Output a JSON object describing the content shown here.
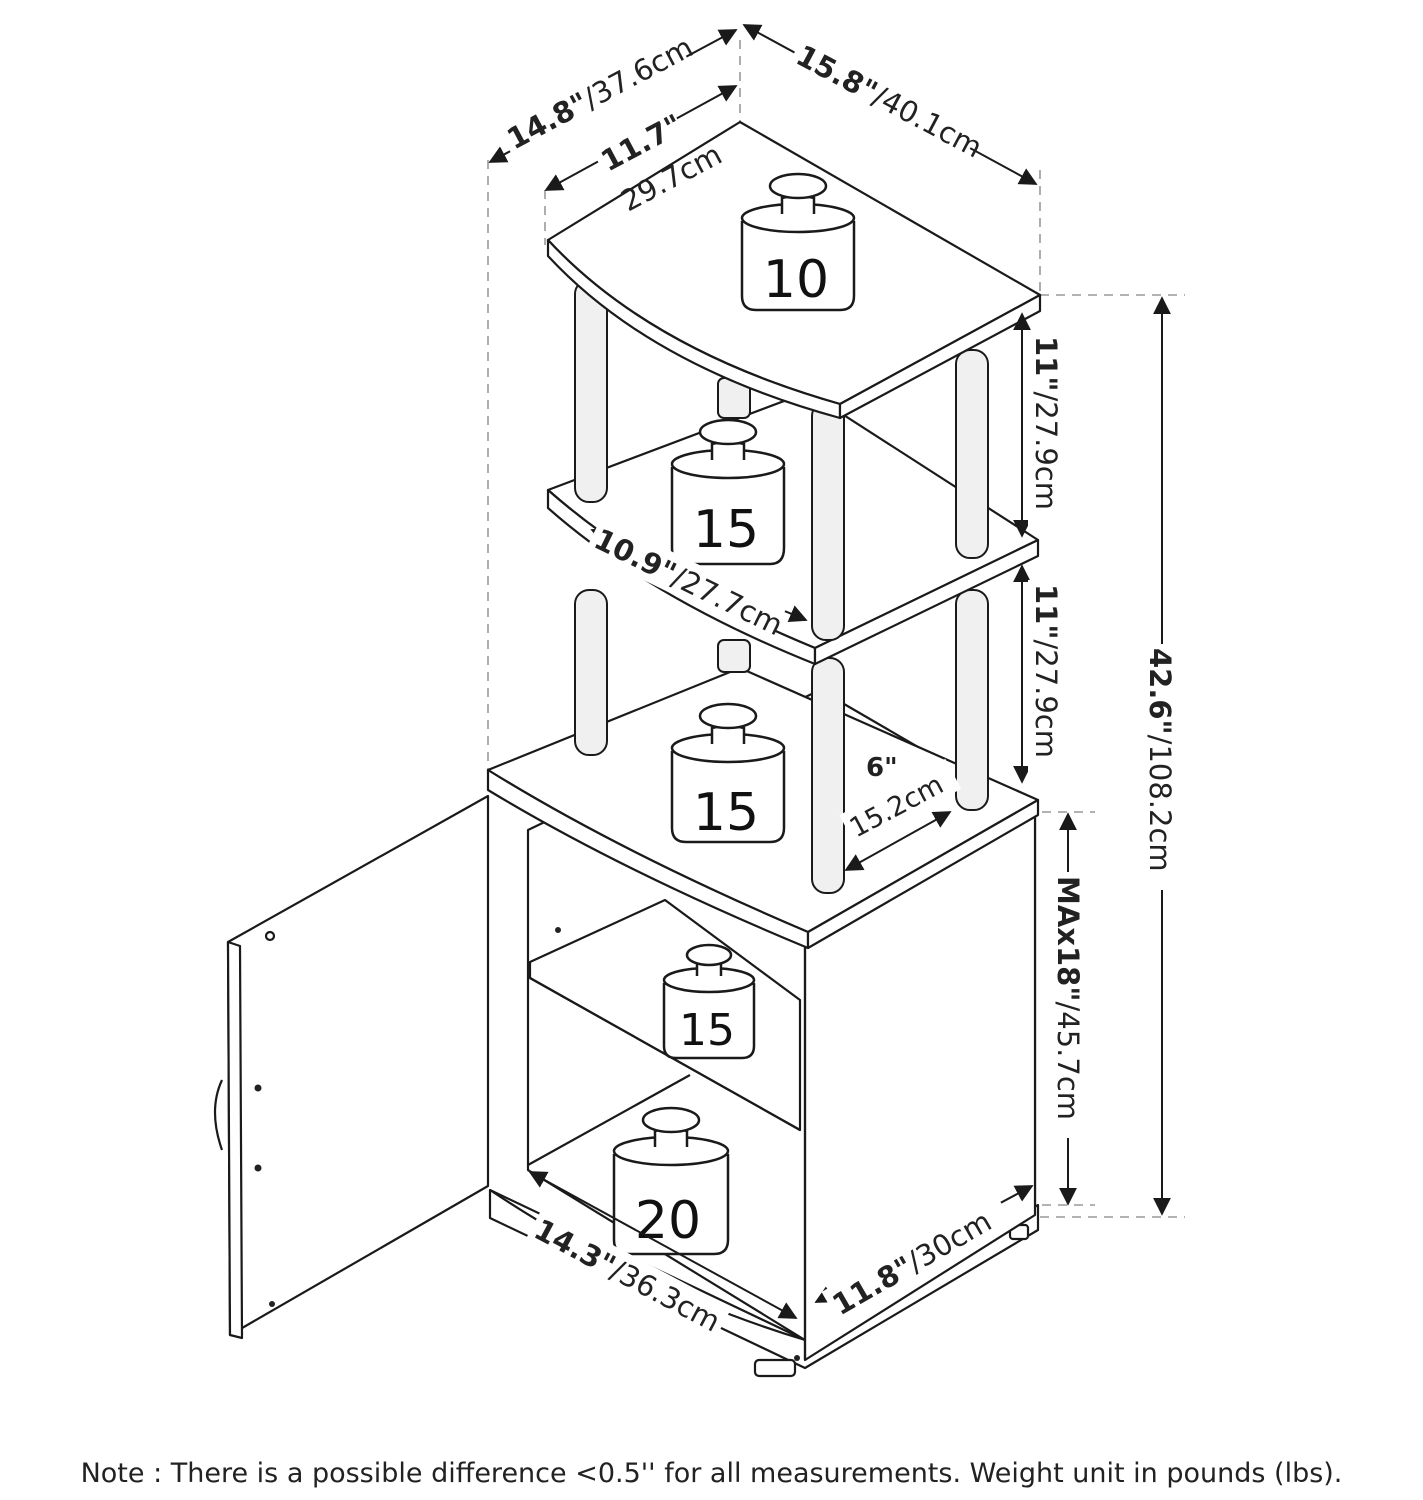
{
  "note": "Note : There is a possible difference <0.5'' for all measurements. Weight unit in pounds (lbs).",
  "weights": {
    "top_shelf": "10",
    "middle_shelf": "15",
    "cabinet_top": "15",
    "cabinet_shelf": "15",
    "cabinet_bottom": "20"
  },
  "dimensions": {
    "overall_depth": {
      "imperial": "14.8\"",
      "metric": "/37.6cm"
    },
    "overall_width": {
      "imperial": "15.8\"",
      "metric": "/40.1cm"
    },
    "top_depth": {
      "imperial": "11.7\"",
      "metric": "29.7cm"
    },
    "shelf_gap_upper": {
      "imperial": "11\"",
      "metric": "/27.9cm"
    },
    "shelf_gap_lower": {
      "imperial": "11\"",
      "metric": "/27.9cm"
    },
    "total_height": {
      "imperial": "42.6\"",
      "metric": "/108.2cm"
    },
    "shelf_width": {
      "imperial": "10.9\"",
      "metric": "/27.7cm"
    },
    "cabinet_inner_depth": {
      "imperial": "6\"",
      "metric": "15.2cm"
    },
    "cabinet_height": {
      "imperial": "MAx18\"",
      "metric": "/45.7cm"
    },
    "cabinet_width": {
      "imperial": "14.3\"",
      "metric": "/36.3cm"
    },
    "cabinet_depth": {
      "imperial": "11.8\"",
      "metric": "/30cm"
    }
  }
}
